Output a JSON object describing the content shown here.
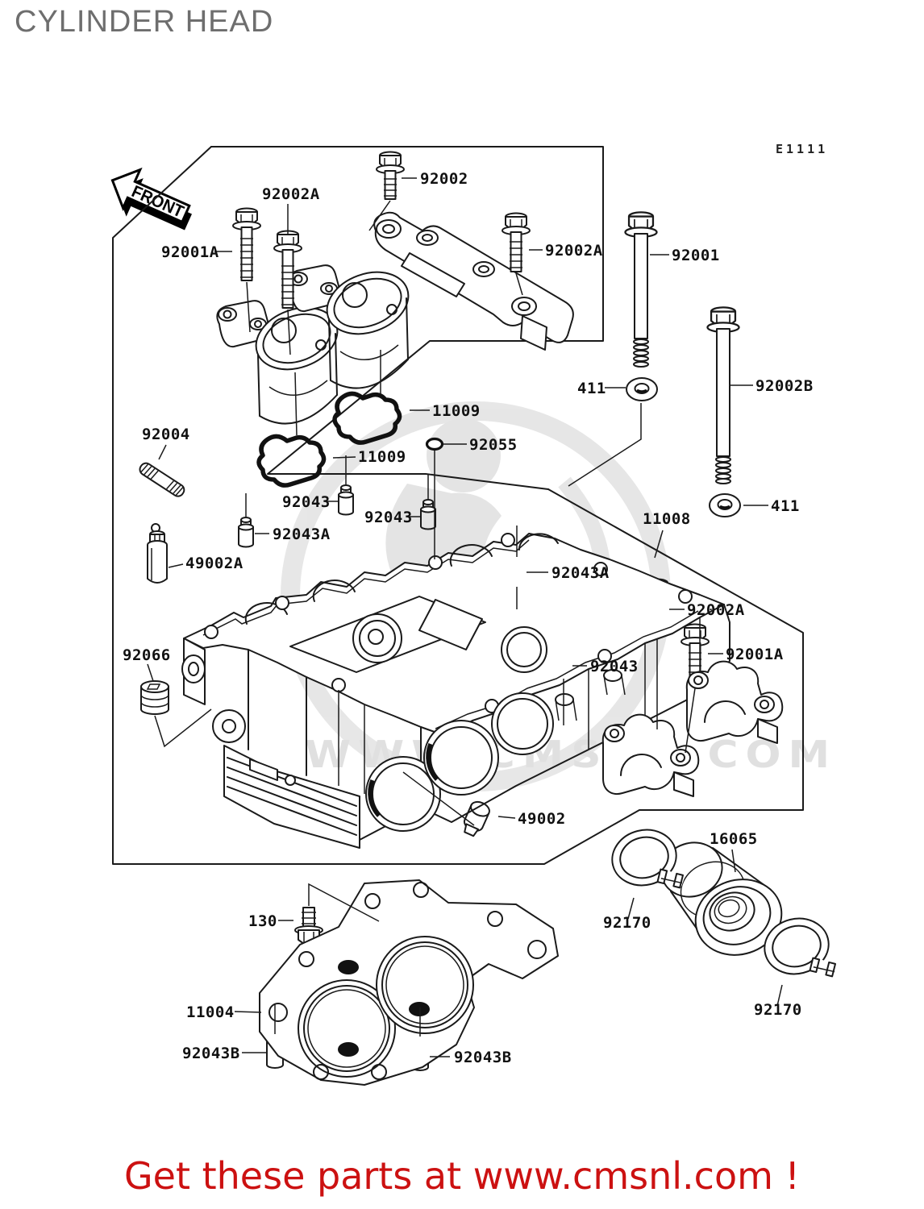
{
  "page": {
    "title": "CYLINDER HEAD",
    "diagram_code": "E1111",
    "front_label": "FRONT",
    "watermark_text": "WWW.CMSNL.COM",
    "footer": "Get these parts at www.cmsnl.com !"
  },
  "colors": {
    "line": "#1a1a1a",
    "title_gray": "#6e6e6e",
    "footer_red": "#cc1111",
    "watermark_gray": "#e2e2e2",
    "background": "#ffffff"
  },
  "diagram": {
    "callouts": [
      {
        "label": "92002",
        "instance": "top bolt"
      },
      {
        "label": "92002A",
        "instance": "top middle bolt"
      },
      {
        "label": "92001A",
        "instance": "upper left bolt"
      },
      {
        "label": "92002A",
        "instance": "upper box right bolt"
      },
      {
        "label": "92001",
        "instance": "long bolt"
      },
      {
        "label": "92002B",
        "instance": "long bolt right"
      },
      {
        "label": "411",
        "instance": "washer left"
      },
      {
        "label": "411",
        "instance": "washer right"
      },
      {
        "label": "11008",
        "instance": "cylinder head"
      },
      {
        "label": "11009",
        "instance": "gasket upper"
      },
      {
        "label": "11009",
        "instance": "gasket lower"
      },
      {
        "label": "92055",
        "instance": "o-ring"
      },
      {
        "label": "92004",
        "instance": "stud"
      },
      {
        "label": "92043",
        "instance": "pin left"
      },
      {
        "label": "92043",
        "instance": "pin middle"
      },
      {
        "label": "92043A",
        "instance": "pin left lower"
      },
      {
        "label": "49002A",
        "instance": "valve part left"
      },
      {
        "label": "92066",
        "instance": "plug"
      },
      {
        "label": "92043A",
        "instance": "pin right"
      },
      {
        "label": "92002A",
        "instance": "lower right bolt"
      },
      {
        "label": "92043",
        "instance": "pin lower right"
      },
      {
        "label": "92001A",
        "instance": "lower right bolt 2"
      },
      {
        "label": "49002",
        "instance": "valve part bottom"
      },
      {
        "label": "16065",
        "instance": "holder"
      },
      {
        "label": "92170",
        "instance": "clamp upper"
      },
      {
        "label": "92170",
        "instance": "clamp lower"
      },
      {
        "label": "130",
        "instance": "bolt flanged small"
      },
      {
        "label": "11004",
        "instance": "head gasket"
      },
      {
        "label": "92043B",
        "instance": "pin bottom left"
      },
      {
        "label": "92043B",
        "instance": "pin bottom right"
      }
    ]
  }
}
